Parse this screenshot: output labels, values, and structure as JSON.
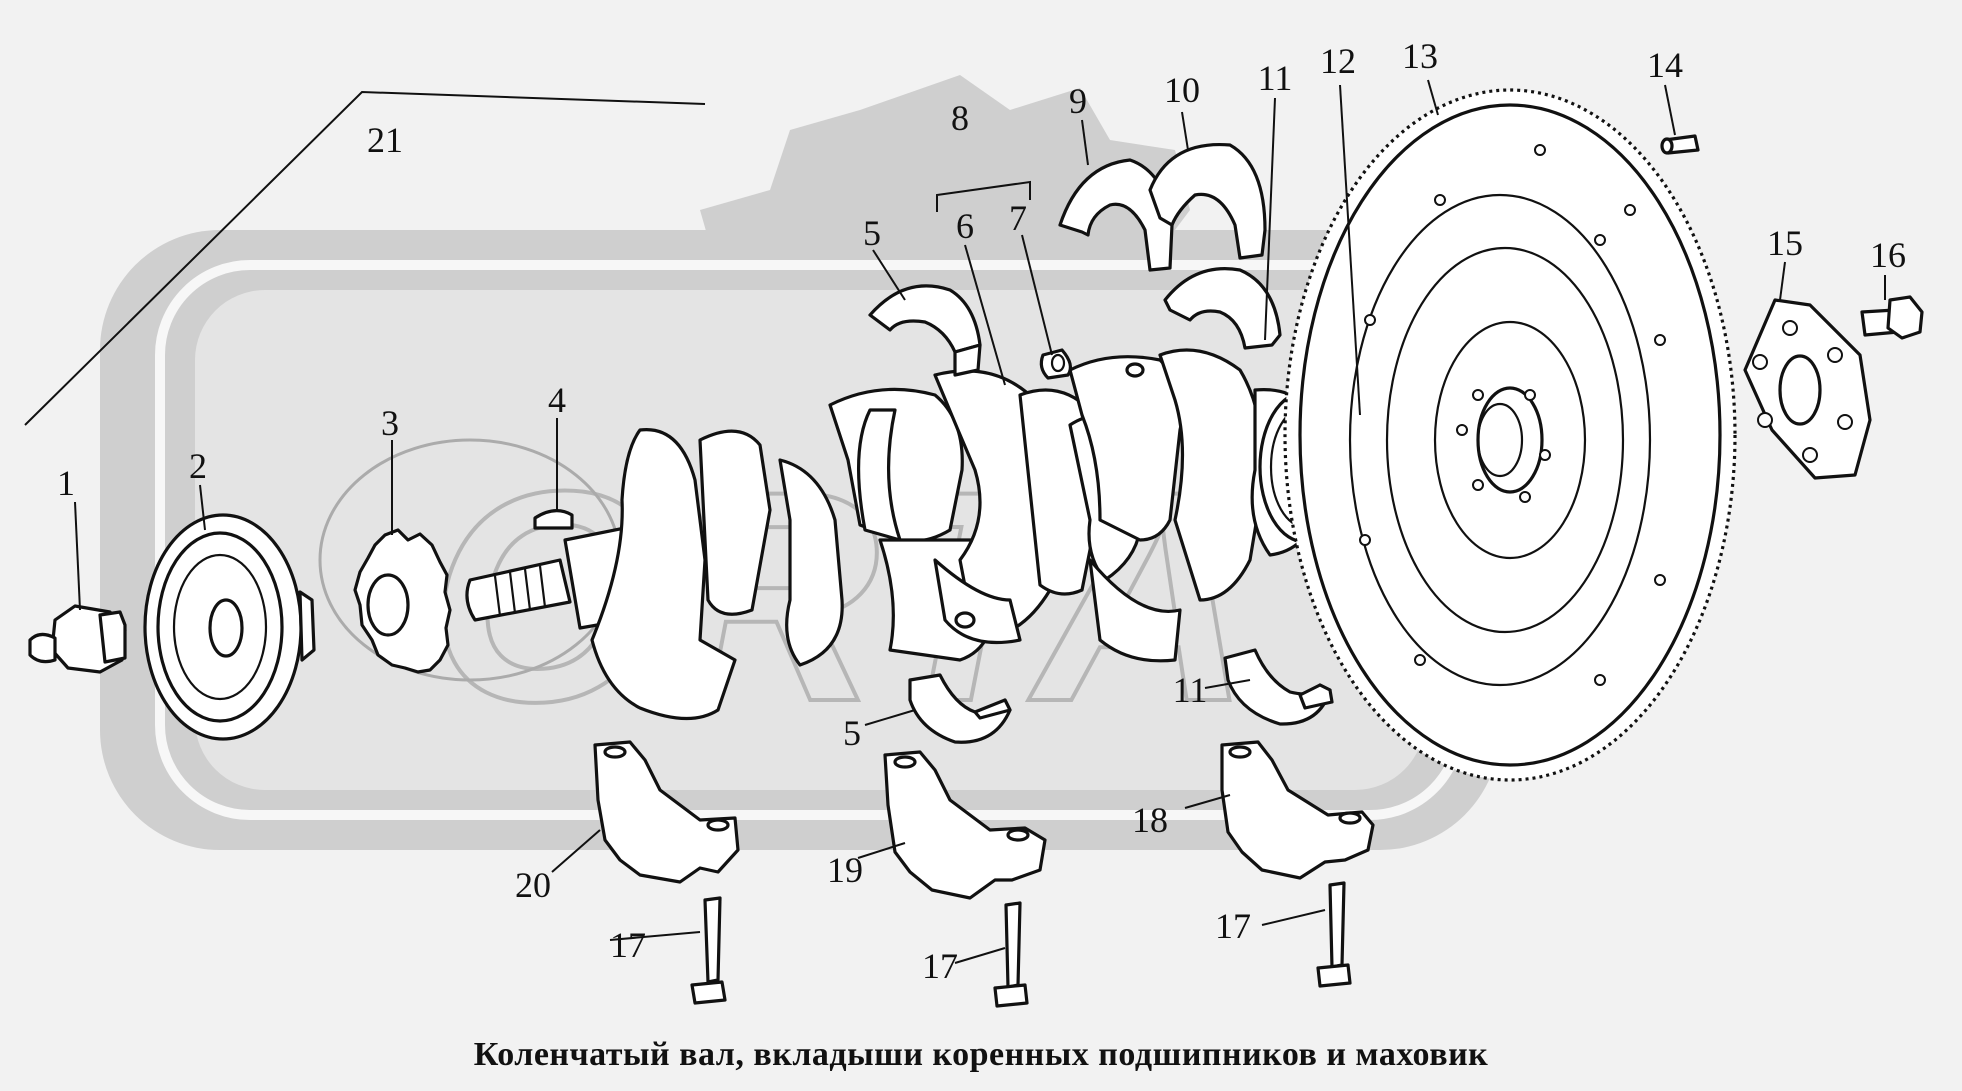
{
  "caption": "Коленчатый вал, вкладыши коренных подшипников и маховик",
  "watermark": "ORTA",
  "colors": {
    "background": "#f2f2f2",
    "watermark": "#cfcfcf",
    "line": "#111111",
    "part_fill": "#ffffff"
  },
  "callouts": [
    "1",
    "2",
    "3",
    "4",
    "5",
    "6",
    "7",
    "8",
    "9",
    "10",
    "11",
    "12",
    "13",
    "14",
    "15",
    "16",
    "17",
    "18",
    "19",
    "20",
    "21"
  ],
  "callouts_repeat": {
    "five": "5",
    "eleven": "11",
    "seventeen": "17"
  }
}
